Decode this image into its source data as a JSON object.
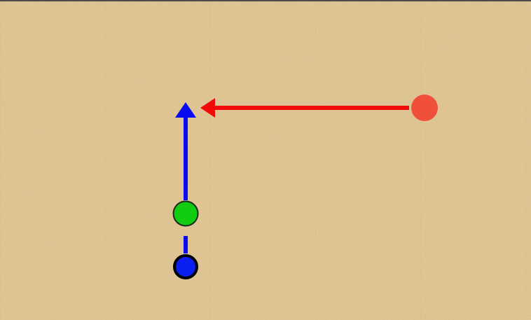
{
  "board": {
    "surface": "sand",
    "colors": {
      "sand": "#e2c58f",
      "sand_light": "#ead19f",
      "sand_dark": "#cfae72",
      "top_border": "#4a4a4a"
    }
  },
  "pieces": {
    "player_token": {
      "color": "#0a1ef2",
      "outline": "#000000"
    },
    "green_token": {
      "color": "#12cc12",
      "outline": "#1a2a1a"
    },
    "target_token": {
      "color": "#f0503a"
    }
  },
  "arrows": {
    "player_move_arrow": {
      "color": "#0a0af0",
      "direction": "up"
    },
    "target_move_arrow": {
      "color": "#f20a0a",
      "direction": "left"
    }
  }
}
